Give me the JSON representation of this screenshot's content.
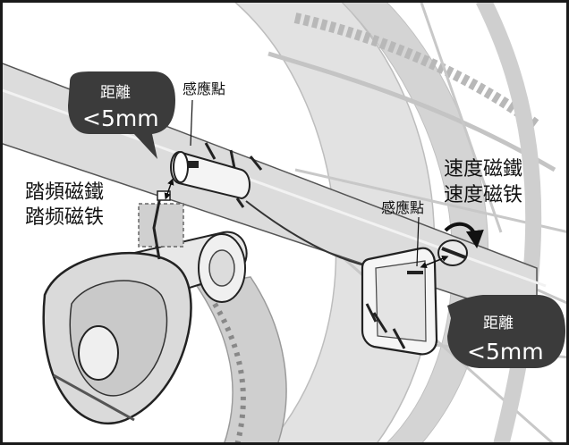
{
  "labels": {
    "cadence_magnet_trad": "踏頻磁鐵",
    "cadence_magnet_simp": "踏频磁铁",
    "speed_magnet_trad": "速度磁鐵",
    "speed_magnet_simp": "速度磁铁",
    "sensing_point_top": "感應點",
    "sensing_point_right": "感應點"
  },
  "bubbles": {
    "top_left": {
      "line1": "距離",
      "line2": "<5mm"
    },
    "bottom_right": {
      "line1": "距離",
      "line2": "<5mm"
    }
  },
  "colors": {
    "bubble_fill": "#3b3b3b",
    "frame_fill": "#d9d9d9",
    "outline": "#1a1a1a"
  }
}
